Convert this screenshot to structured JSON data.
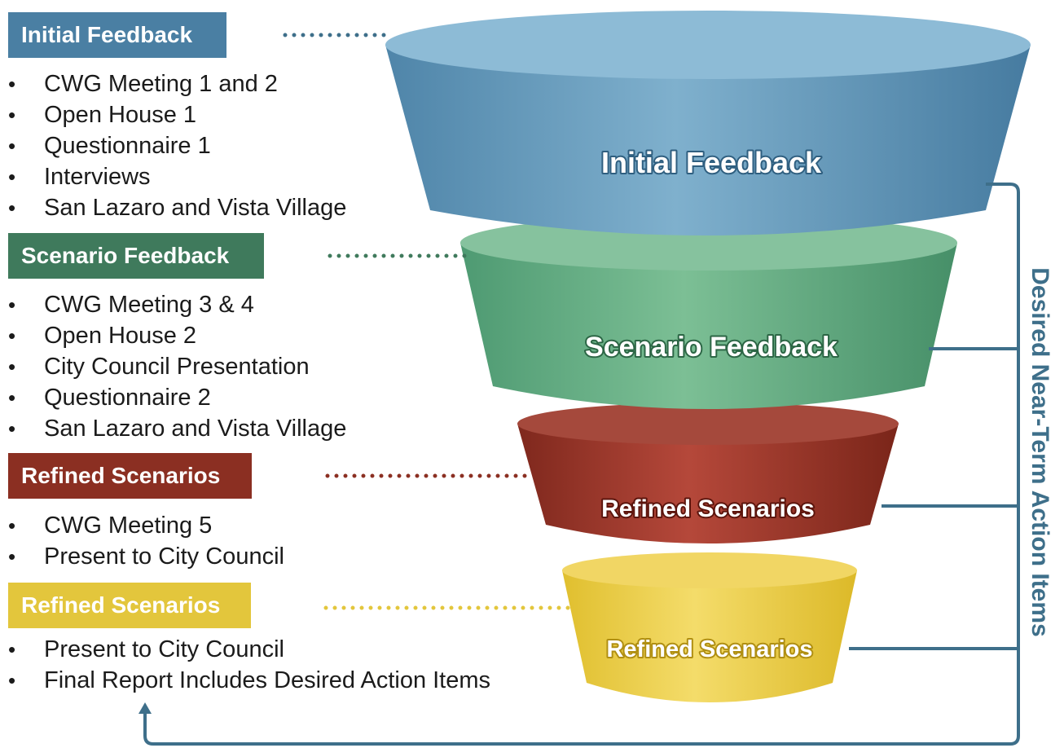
{
  "stages": [
    {
      "label": "Initial Feedback",
      "funnel_label": "Initial Feedback",
      "color": "#4a7fa3",
      "items": [
        "CWG Meeting 1 and 2",
        "Open House 1",
        "Questionnaire 1",
        "Interviews",
        "San Lazaro and Vista Village"
      ]
    },
    {
      "label": "Scenario Feedback",
      "funnel_label": "Scenario Feedback",
      "color": "#3f7a5c",
      "items": [
        "CWG Meeting 3 & 4",
        "Open House 2",
        "City Council Presentation",
        "Questionnaire 2",
        "San Lazaro and Vista Village"
      ]
    },
    {
      "label": "Refined Scenarios",
      "funnel_label": "Refined Scenarios",
      "color": "#8b2f22",
      "items": [
        "CWG Meeting 5",
        "Present to City Council"
      ]
    },
    {
      "label": "Refined Scenarios",
      "funnel_label": "Refined Scenarios",
      "color": "#e3c63c",
      "items": [
        "Present to City Council",
        "Final Report Includes Desired Action Items"
      ]
    }
  ],
  "bracket_label": "Desired Near-Term Action Items",
  "bracket_color": "#3e6f8a"
}
